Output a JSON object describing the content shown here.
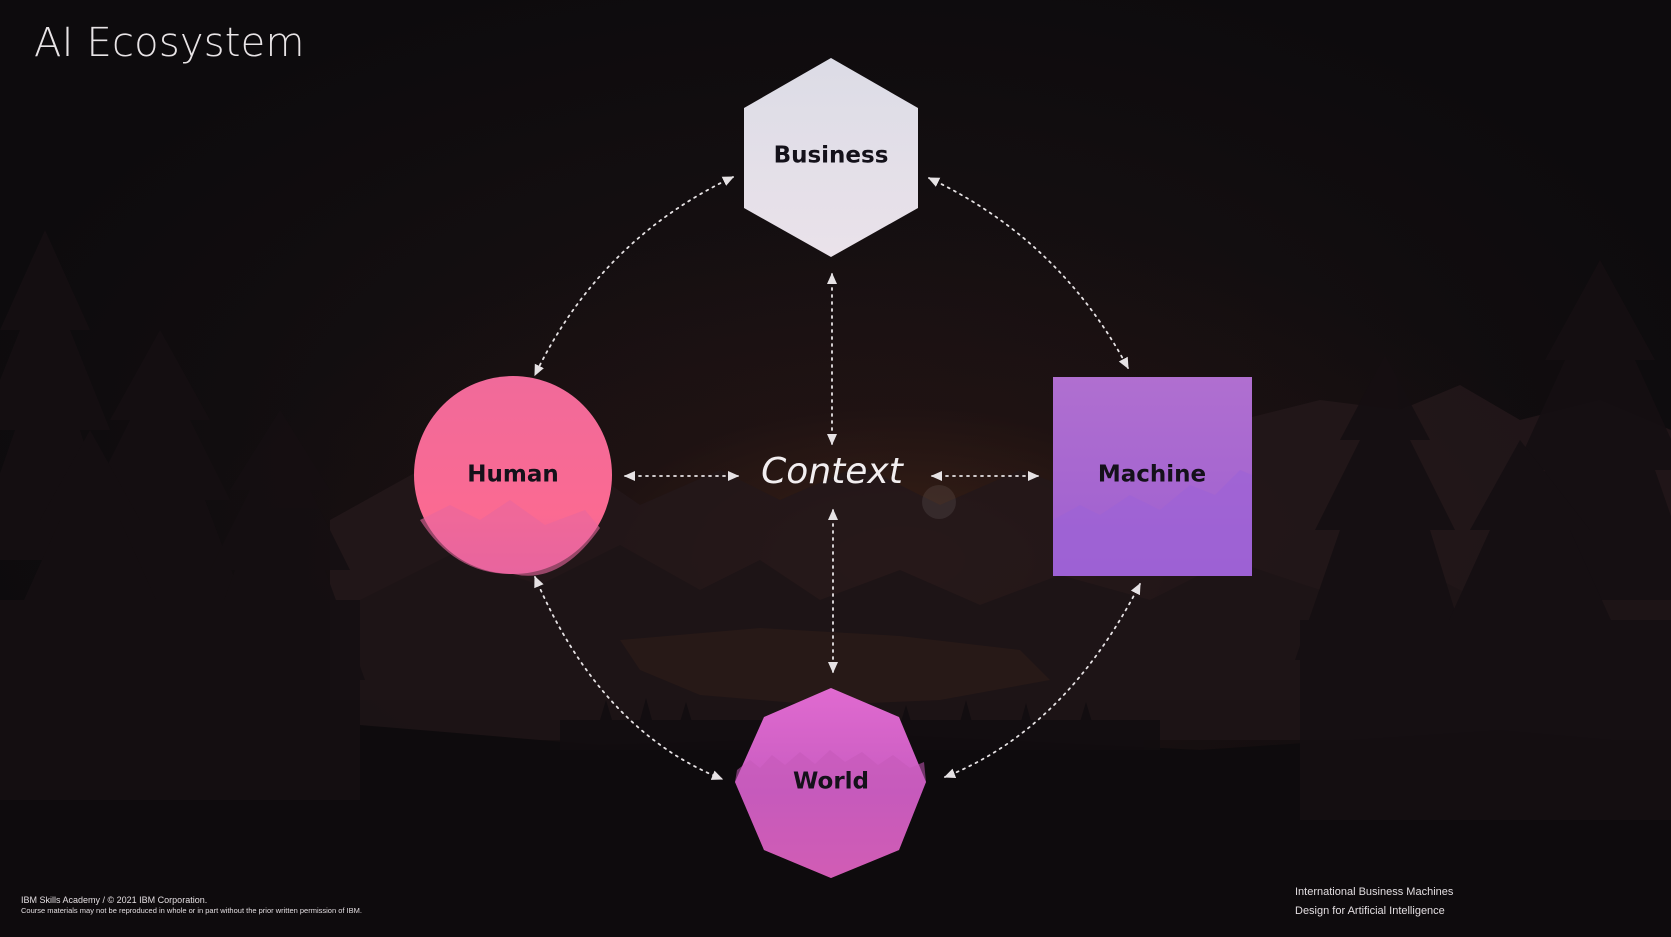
{
  "slide": {
    "title": "AI Ecosystem",
    "center_label": "Context",
    "nodes": {
      "business": {
        "label": "Business",
        "shape": "hexagon",
        "color": "#e3e0e8"
      },
      "human": {
        "label": "Human",
        "shape": "circle",
        "color": "#f26896"
      },
      "machine": {
        "label": "Machine",
        "shape": "square",
        "color": "#ae6cd0"
      },
      "world": {
        "label": "World",
        "shape": "octagon",
        "color": "#d560c0"
      }
    },
    "connector_style": "dotted, double-headed arrows",
    "background": "dark mountain landscape with pine trees at dusk"
  },
  "footer": {
    "copyright": "IBM Skills Academy / © 2021 IBM Corporation.",
    "notice": "Course materials may not be reproduced in whole or in part without the prior written permission of IBM.",
    "company": "International Business Machines",
    "course": "Design for Artificial Intelligence"
  }
}
